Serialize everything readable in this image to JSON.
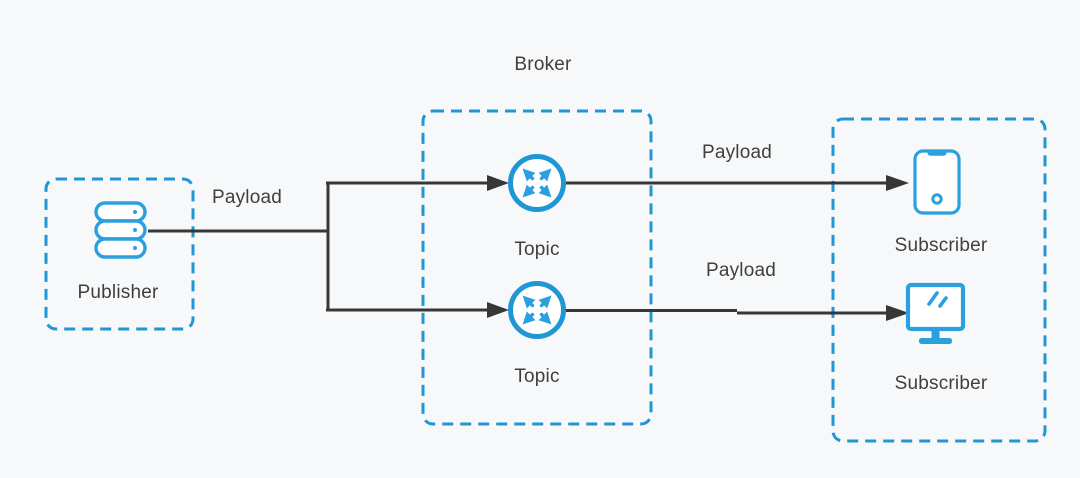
{
  "diagram": {
    "title": "Broker",
    "publisher": {
      "label": "Publisher",
      "icon": "server-stack-icon"
    },
    "topics": [
      {
        "label": "Topic",
        "icon": "router-icon"
      },
      {
        "label": "Topic",
        "icon": "router-icon"
      }
    ],
    "subscribers": [
      {
        "label": "Subscriber",
        "icon": "smartphone-icon"
      },
      {
        "label": "Subscriber",
        "icon": "monitor-icon"
      }
    ],
    "edge_labels": {
      "publisher_to_broker": "Payload",
      "topic1_to_subscriber1": "Payload",
      "topic2_to_subscriber2": "Payload"
    }
  },
  "colors": {
    "background": "#f7f8f9",
    "accent_blue": "#2196d4",
    "icon_blue": "#2aa0df",
    "line_dark": "#373737",
    "text": "#3f3f3f"
  }
}
